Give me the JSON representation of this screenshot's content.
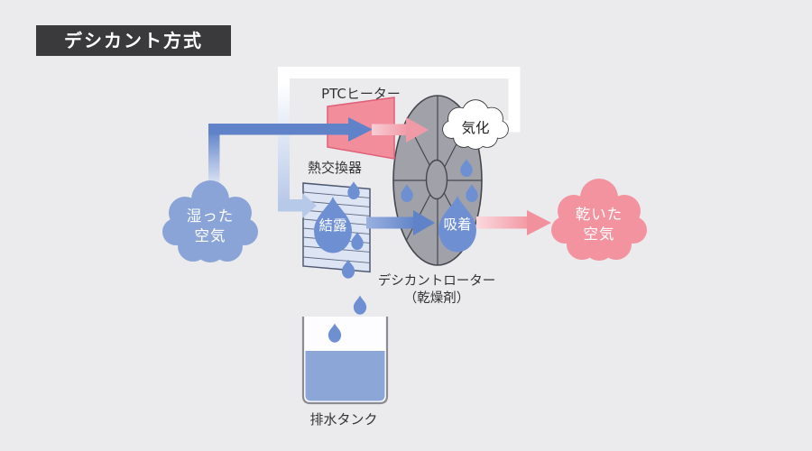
{
  "title": "デシカント方式",
  "labels": {
    "ptc_heater": "PTCヒーター",
    "heat_exchanger": "熱交換器",
    "vaporization": "気化",
    "condensation": "結露",
    "adsorption": "吸着",
    "rotor_line1": "デシカントローター",
    "rotor_line2": "（乾燥剤）",
    "drain_tank": "排水タンク"
  },
  "humid_air": {
    "line1": "湿った",
    "line2": "空気"
  },
  "dry_air": {
    "line1": "乾いた",
    "line2": "空気"
  },
  "colors": {
    "background": "#ebebed",
    "title_bg": "#3a3a3c",
    "title_text": "#ffffff",
    "air_blue": "#5f82c8",
    "light_blue": "#b7c9e9",
    "cloud_blue": "#8aa4d8",
    "drop_blue": "#6e90d2",
    "panel_blue": "#dde5f4",
    "water_blue": "#8ca6d8",
    "heater_pink": "#f28e9b",
    "heater_border": "#e0607a",
    "air_pink": "#f2919e",
    "cloud_pink": "#f2939f",
    "rotor_gray": "#a1a1a9",
    "rotor_line": "#46464e",
    "duct_white": "#ffffff",
    "label_dark": "#333333"
  }
}
